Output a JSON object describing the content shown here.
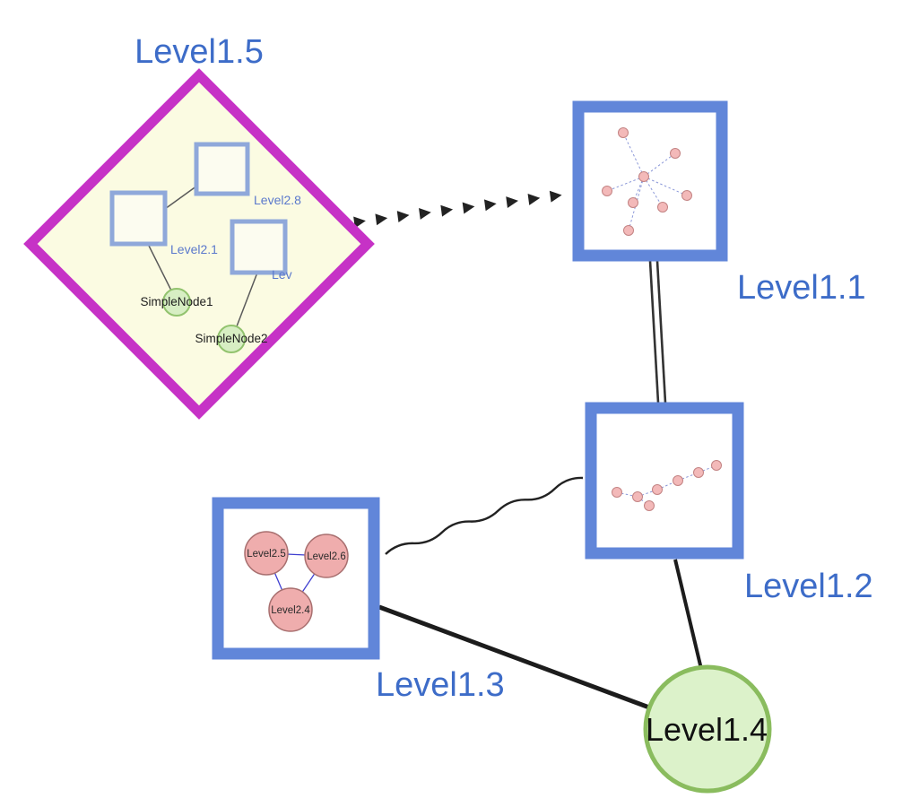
{
  "type": "graph-diagram",
  "labels": {
    "level15": "Level1.5",
    "level11": "Level1.1",
    "level12": "Level1.2",
    "level13": "Level1.3",
    "level14": "Level1.4"
  },
  "level15_group": {
    "square_labels": [
      "Level2.8",
      "Level2.1",
      "Lev"
    ],
    "simple_nodes": [
      "SimpleNode1",
      "SimpleNode2"
    ]
  },
  "level13_group": {
    "node_labels": [
      "Level2.5",
      "Level2.6",
      "Level2.4"
    ]
  },
  "edges": [
    {
      "from": "Level1.5",
      "to": "Level1.1",
      "style": "bold-dashed-arrowheads"
    },
    {
      "from": "Level1.1",
      "to": "Level1.2",
      "style": "double-parallel-line"
    },
    {
      "from": "Level1.3",
      "to": "Level1.2",
      "style": "wavy-line"
    },
    {
      "from": "Level1.3",
      "to": "Level1.4",
      "style": "solid-thick-line"
    },
    {
      "from": "Level1.2",
      "to": "Level1.4",
      "style": "solid-thick-line"
    }
  ],
  "colors": {
    "label_blue": "#3d6cc8",
    "box_border_blue": "#6186d9",
    "diamond_magenta": "#c632c6",
    "diamond_fill": "#fbfbe2",
    "green_fill": "#dcf2ca",
    "green_border": "#8abc5e",
    "pink_fill": "#f3b9b9",
    "edge_black": "#1c1c1c"
  }
}
